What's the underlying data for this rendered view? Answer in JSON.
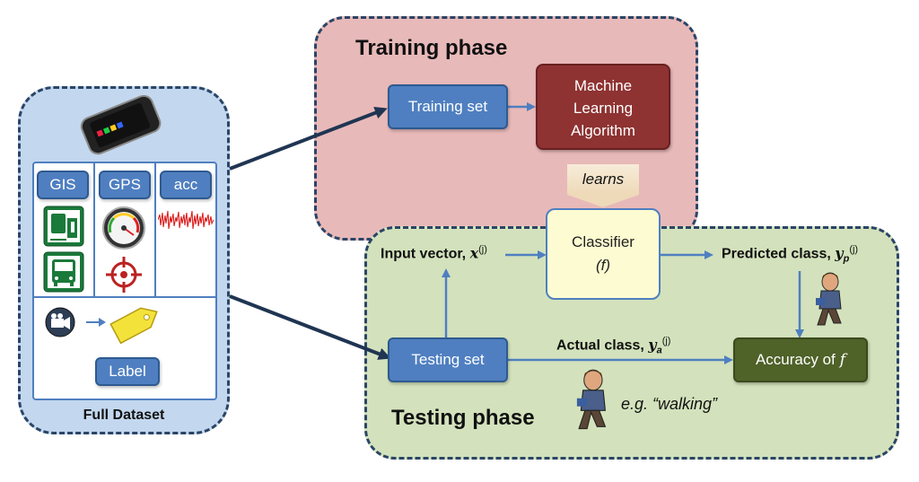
{
  "training": {
    "title": "Training phase",
    "training_set": "Training set",
    "ml_line1": "Machine",
    "ml_line2": "Learning",
    "ml_line3": "Algorithm",
    "learns": "learns"
  },
  "dataset": {
    "title": "Full Dataset",
    "gis": "GIS",
    "gps": "GPS",
    "acc": "acc",
    "label": "Label"
  },
  "testing": {
    "title": "Testing phase",
    "testing_set": "Testing set",
    "classifier": "Classifier",
    "classifier_f": "(f)",
    "input_vector": "Input vector,",
    "input_var": "x",
    "sup_j": "(j)",
    "predicted": "Predicted class,",
    "pred_var": "y",
    "pred_sub": "p",
    "actual": "Actual class,",
    "actual_var": "y",
    "actual_sub": "a",
    "accuracy": "Accuracy of",
    "accuracy_f": "f",
    "example": "e.g. “walking”"
  },
  "colors": {
    "training_bg": "#e8b9b9",
    "testing_bg": "#d3e2bc",
    "dataset_bg": "#c3d7ef",
    "blue_box": "#4f7fc0",
    "ml_box": "#8e3232",
    "classifier_box": "#fdfbd1",
    "accuracy_box": "#4f6228",
    "arrow_blue": "#4f7fc0",
    "arrow_dark": "#1f3552"
  }
}
